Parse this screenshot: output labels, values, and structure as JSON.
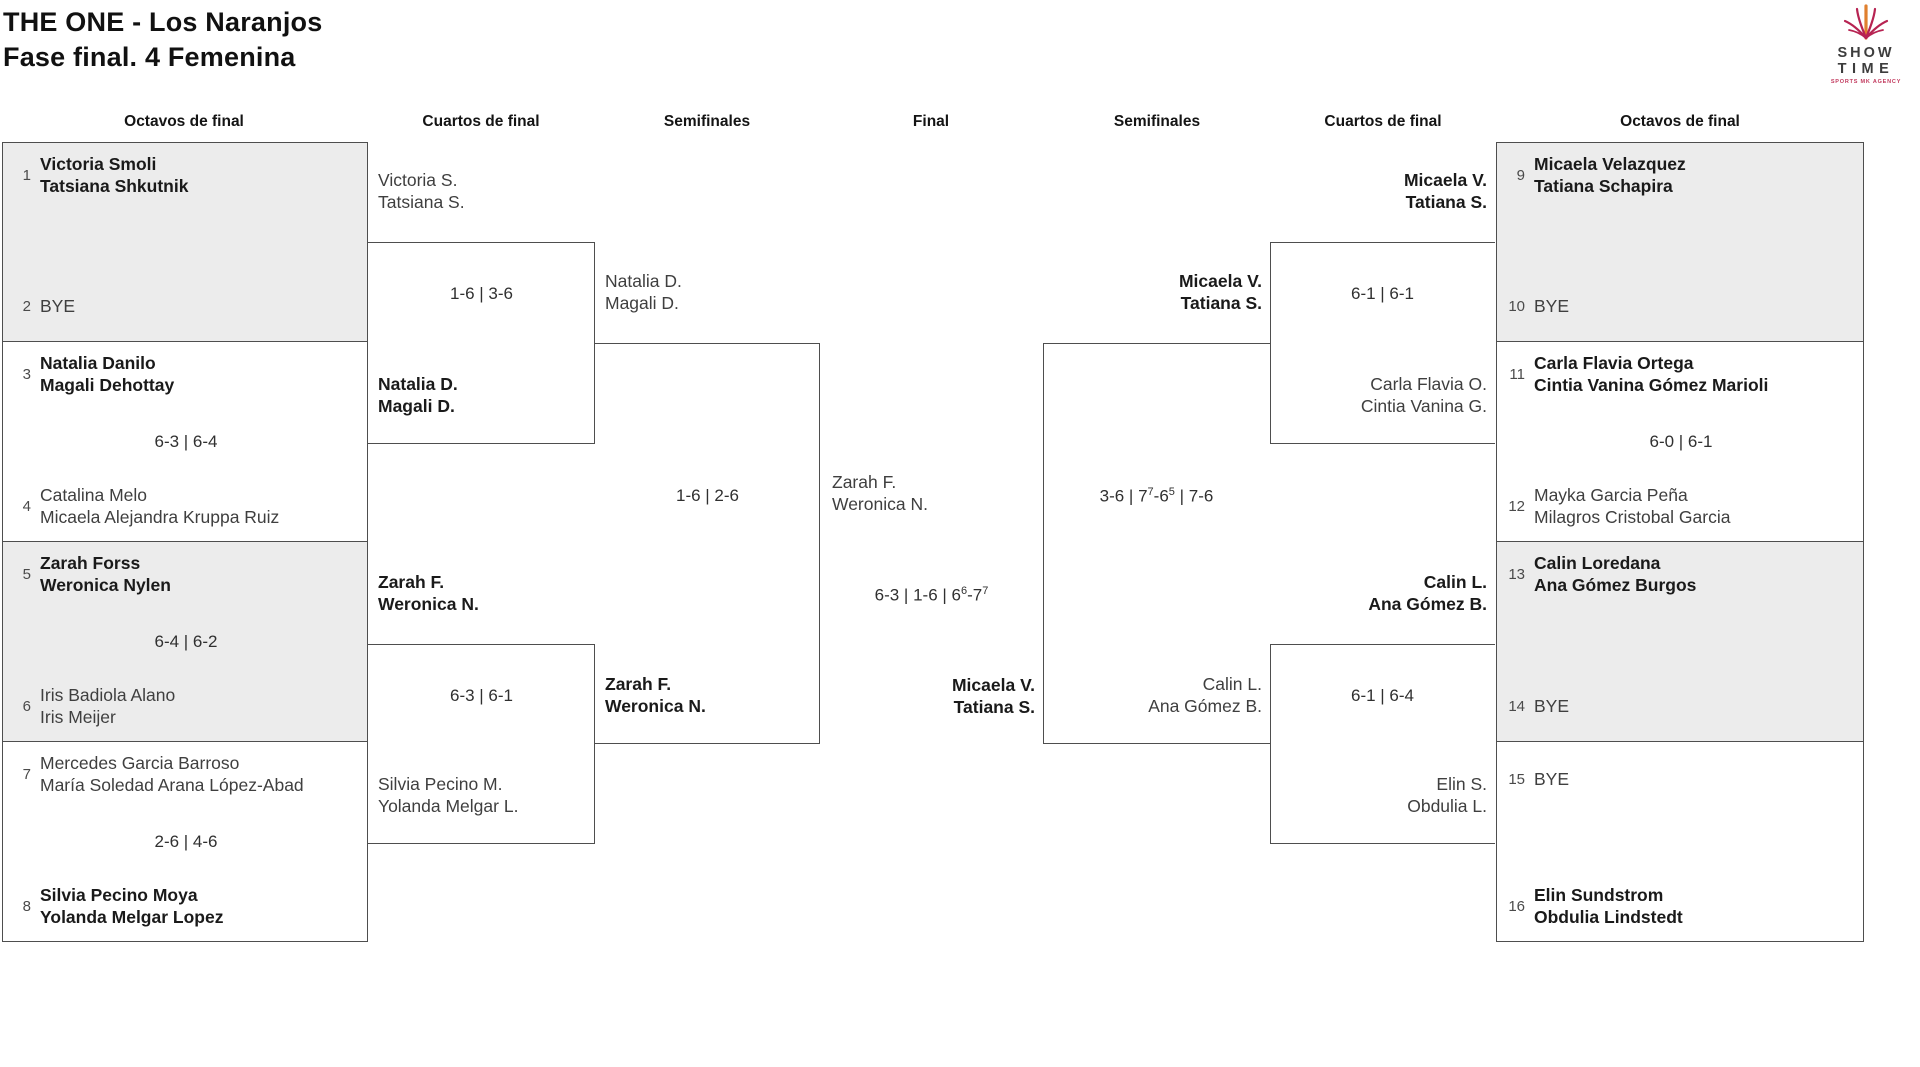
{
  "title": {
    "line1": "THE ONE - Los Naranjos",
    "line2": "Fase final. 4 Femenina"
  },
  "logo": {
    "brand_line1": "SHOW",
    "brand_line2": "TIME",
    "tagline": "SPORTS MK AGENCY"
  },
  "round_headers": [
    "Octavos de final",
    "Cuartos de final",
    "Semifinales",
    "Final",
    "Semifinales",
    "Cuartos de final",
    "Octavos de final"
  ],
  "colors": {
    "shade": "#ececec",
    "border": "#4e4e4e",
    "winner_text": "#1a1a1a",
    "loser_text": "#3f3f3f",
    "logo_crimson": "#b72352",
    "logo_orange": "#e0802f",
    "tagline_red": "#c23a5e"
  },
  "bracket": {
    "octavos_left": [
      {
        "shaded": true,
        "score": "",
        "top": {
          "seed": "1",
          "lines": [
            "Victoria Smoli",
            "Tatsiana Shkutnik"
          ],
          "bold": true
        },
        "bottom": {
          "seed": "2",
          "lines": [
            "BYE"
          ],
          "bold": false
        }
      },
      {
        "shaded": false,
        "score": "6-3 | 6-4",
        "top": {
          "seed": "3",
          "lines": [
            "Natalia Danilo",
            "Magali Dehottay"
          ],
          "bold": true
        },
        "bottom": {
          "seed": "4",
          "lines": [
            "Catalina Melo",
            "Micaela Alejandra Kruppa Ruiz"
          ],
          "bold": false
        }
      },
      {
        "shaded": true,
        "score": "6-4 | 6-2",
        "top": {
          "seed": "5",
          "lines": [
            "Zarah Forss",
            "Weronica Nylen"
          ],
          "bold": true
        },
        "bottom": {
          "seed": "6",
          "lines": [
            "Iris Badiola Alano",
            "Iris Meijer"
          ],
          "bold": false
        }
      },
      {
        "shaded": false,
        "score": "2-6 | 4-6",
        "top": {
          "seed": "7",
          "lines": [
            "Mercedes Garcia Barroso",
            "María Soledad Arana López-Abad"
          ],
          "bold": false
        },
        "bottom": {
          "seed": "8",
          "lines": [
            "Silvia Pecino Moya",
            "Yolanda Melgar Lopez"
          ],
          "bold": true
        }
      }
    ],
    "octavos_right": [
      {
        "shaded": true,
        "score": "",
        "top": {
          "seed": "9",
          "lines": [
            "Micaela Velazquez",
            "Tatiana Schapira"
          ],
          "bold": true
        },
        "bottom": {
          "seed": "10",
          "lines": [
            "BYE"
          ],
          "bold": false
        }
      },
      {
        "shaded": false,
        "score": "6-0 | 6-1",
        "top": {
          "seed": "11",
          "lines": [
            "Carla Flavia Ortega",
            "Cintia Vanina Gómez Marioli"
          ],
          "bold": true
        },
        "bottom": {
          "seed": "12",
          "lines": [
            "Mayka Garcia Peña",
            "Milagros Cristobal Garcia"
          ],
          "bold": false
        }
      },
      {
        "shaded": true,
        "score": "",
        "top": {
          "seed": "13",
          "lines": [
            "Calin Loredana",
            "Ana Gómez Burgos"
          ],
          "bold": true
        },
        "bottom": {
          "seed": "14",
          "lines": [
            "BYE"
          ],
          "bold": false
        }
      },
      {
        "shaded": false,
        "score": "",
        "top": {
          "seed": "15",
          "lines": [
            "BYE"
          ],
          "bold": false
        },
        "bottom": {
          "seed": "16",
          "lines": [
            "Elin Sundstrom",
            "Obdulia Lindstedt"
          ],
          "bold": true
        }
      }
    ],
    "cuartos_left": [
      {
        "top": {
          "lines": [
            "Victoria S.",
            "Tatsiana S."
          ],
          "bold": false
        },
        "score": "1-6 | 3-6",
        "bottom": {
          "lines": [
            "Natalia D.",
            "Magali D."
          ],
          "bold": true
        }
      },
      {
        "top": {
          "lines": [
            "Zarah F.",
            "Weronica N."
          ],
          "bold": true
        },
        "score": "6-3 | 6-1",
        "bottom": {
          "lines": [
            "Silvia Pecino M.",
            "Yolanda Melgar L."
          ],
          "bold": false
        }
      }
    ],
    "cuartos_right": [
      {
        "top": {
          "lines": [
            "Micaela V.",
            "Tatiana S."
          ],
          "bold": true
        },
        "score": "6-1 | 6-1",
        "bottom": {
          "lines": [
            "Carla Flavia O.",
            "Cintia Vanina G."
          ],
          "bold": false
        }
      },
      {
        "top": {
          "lines": [
            "Calin L.",
            "Ana Gómez B."
          ],
          "bold": true
        },
        "score": "6-1 | 6-4",
        "bottom": {
          "lines": [
            "Elin S.",
            "Obdulia L."
          ],
          "bold": false
        }
      }
    ],
    "semifinal_left": {
      "top": {
        "lines": [
          "Natalia D.",
          "Magali D."
        ],
        "bold": false
      },
      "score": "1-6 | 2-6",
      "bottom": {
        "lines": [
          "Zarah F.",
          "Weronica N."
        ],
        "bold": true
      }
    },
    "semifinal_right": {
      "top": {
        "lines": [
          "Micaela V.",
          "Tatiana S."
        ],
        "bold": true
      },
      "score": "3-6 | 7^7-6^5 | 7-6",
      "bottom": {
        "lines": [
          "Calin L.",
          "Ana Gómez B."
        ],
        "bold": false
      }
    },
    "final": {
      "left": {
        "lines": [
          "Zarah F.",
          "Weronica N."
        ],
        "bold": false
      },
      "score": "6-3 | 1-6 | 6^6-7^7",
      "right": {
        "lines": [
          "Micaela V.",
          "Tatiana S."
        ],
        "bold": true
      }
    }
  }
}
